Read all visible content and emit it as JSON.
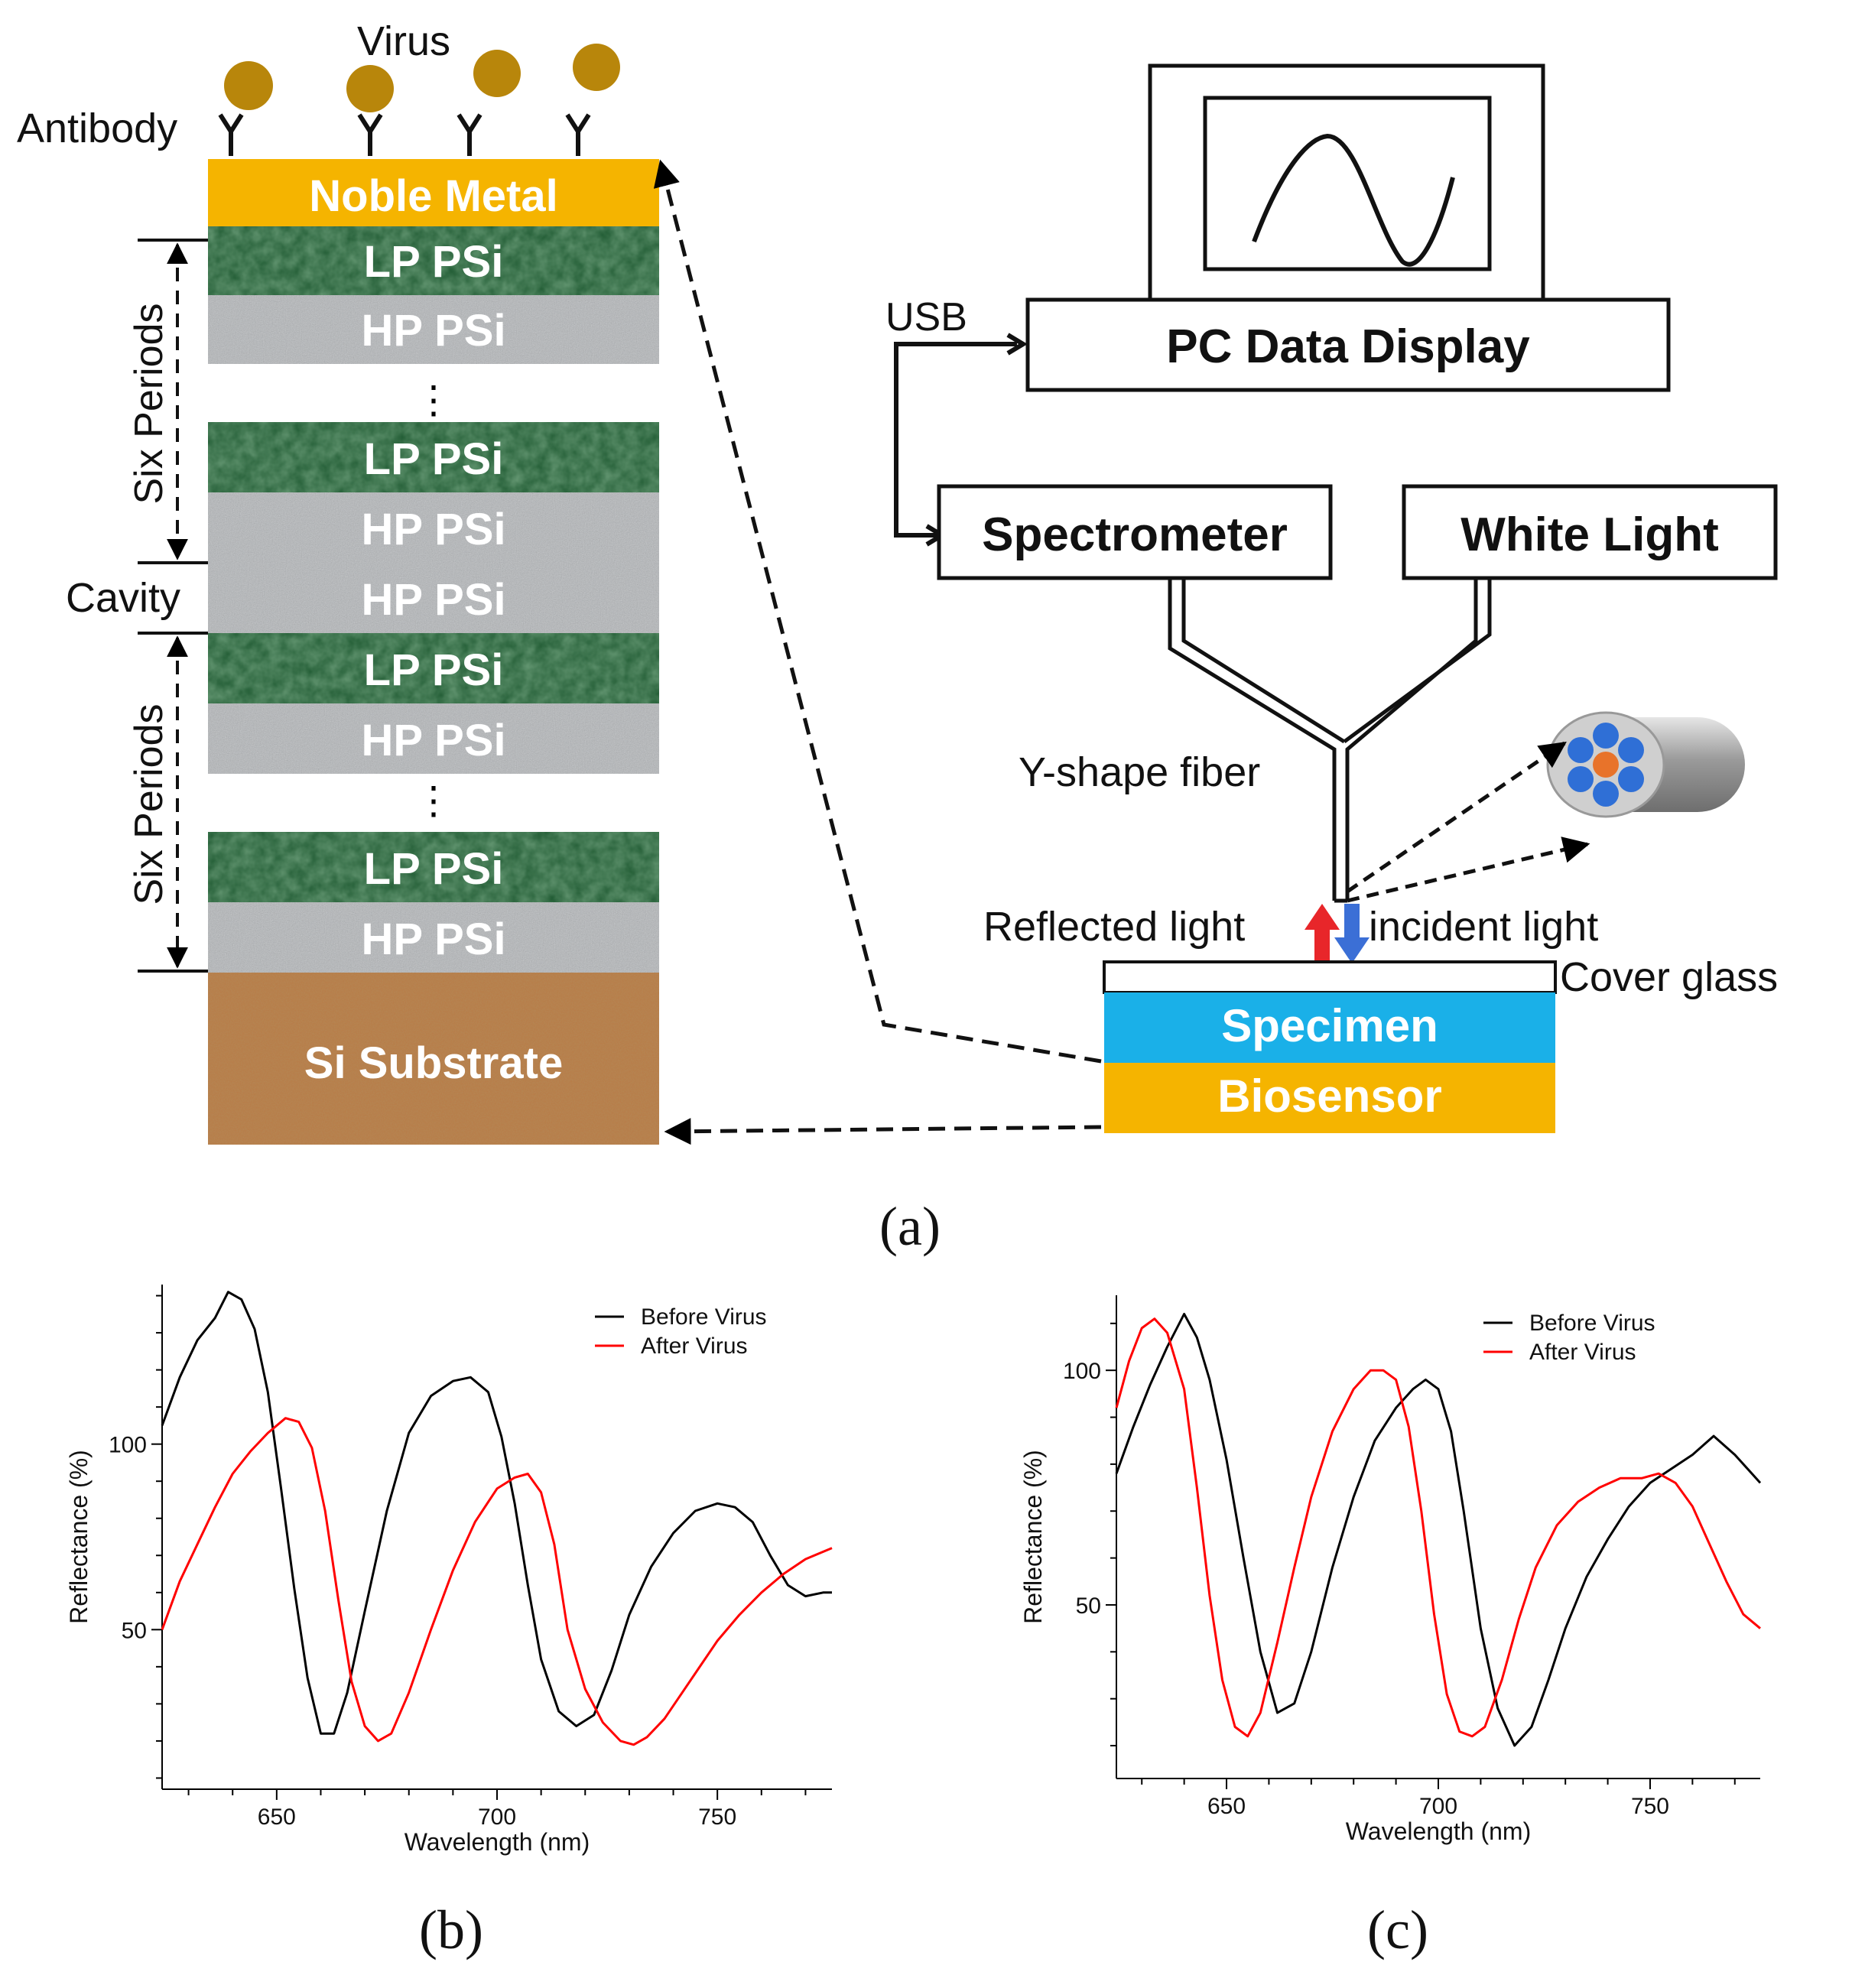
{
  "panel_a": {
    "label": "(a)",
    "virus_label": "Virus",
    "antibody_label": "Antibody",
    "layers": [
      {
        "text": "Noble Metal",
        "kind": "metal"
      },
      {
        "text": "LP PSi",
        "kind": "lp"
      },
      {
        "text": "HP PSi",
        "kind": "hp"
      },
      {
        "text": "LP PSi",
        "kind": "lp"
      },
      {
        "text": "HP PSi",
        "kind": "hp"
      },
      {
        "text": "HP PSi",
        "kind": "hp"
      },
      {
        "text": "LP PSi",
        "kind": "lp"
      },
      {
        "text": "HP PSi",
        "kind": "hp"
      },
      {
        "text": "LP PSi",
        "kind": "lp"
      },
      {
        "text": "HP PSi",
        "kind": "hp"
      },
      {
        "text": "Si Substrate",
        "kind": "si"
      }
    ],
    "periods_top_label": "Six Periods",
    "periods_bottom_label": "Six Periods",
    "cavity_label": "Cavity",
    "pc_label": "PC Data Display",
    "usb_label": "USB",
    "spectrometer_label": "Spectrometer",
    "white_light_label": "White Light",
    "fiber_label": "Y-shape fiber",
    "reflected_label": "Reflected light",
    "incident_label": "incident light",
    "cover_glass_label": "Cover glass",
    "specimen_label": "Specimen",
    "biosensor_label": "Biosensor",
    "colors": {
      "metal": "#f5b400",
      "lp": "#1f5a32",
      "hp": "#b4b7ba",
      "si": "#b87a45",
      "specimen": "#1ab0e8",
      "biosensor": "#f5b400",
      "virus": "#b8860b",
      "fiber_core": "#e8732a",
      "fiber_ring": "#2f6fd6",
      "reflected_arrow": "#e8262a",
      "incident_arrow": "#3b6fd6"
    }
  },
  "panel_b": {
    "label": "(b)"
  },
  "panel_c": {
    "label": "(c)"
  },
  "chart_data": [
    {
      "type": "line",
      "xlabel": "Wavelength (nm)",
      "ylabel": "Reflectance (%)",
      "xlim": [
        624,
        776
      ],
      "ylim": [
        7,
        143
      ],
      "xticks": [
        650,
        700,
        750
      ],
      "yticks": [
        50,
        100
      ],
      "legend_position": "top-right",
      "series": [
        {
          "name": "Before Virus",
          "color": "#000000",
          "x": [
            624,
            628,
            632,
            636,
            639,
            642,
            645,
            648,
            651,
            654,
            657,
            660,
            663,
            666,
            670,
            675,
            680,
            685,
            690,
            694,
            698,
            701,
            704,
            707,
            710,
            714,
            718,
            722,
            726,
            730,
            735,
            740,
            745,
            750,
            754,
            758,
            762,
            766,
            770,
            774,
            776
          ],
          "y": [
            105,
            118,
            128,
            134,
            141,
            139,
            131,
            114,
            88,
            61,
            37,
            22,
            22,
            33,
            55,
            82,
            103,
            113,
            117,
            118,
            114,
            102,
            84,
            62,
            42,
            28,
            24,
            27,
            39,
            54,
            67,
            76,
            82,
            84,
            83,
            79,
            70,
            62,
            59,
            60,
            60
          ]
        },
        {
          "name": "After Virus",
          "color": "#ff0000",
          "x": [
            624,
            628,
            632,
            636,
            640,
            644,
            648,
            652,
            655,
            658,
            661,
            664,
            667,
            670,
            673,
            676,
            680,
            685,
            690,
            695,
            700,
            704,
            707,
            710,
            713,
            716,
            720,
            724,
            728,
            731,
            734,
            738,
            742,
            746,
            750,
            755,
            760,
            765,
            770,
            776
          ],
          "y": [
            50,
            63,
            73,
            83,
            92,
            98,
            103,
            107,
            106,
            99,
            82,
            58,
            36,
            24,
            20,
            22,
            33,
            50,
            66,
            79,
            88,
            91,
            92,
            87,
            73,
            50,
            34,
            25,
            20,
            19,
            21,
            26,
            33,
            40,
            47,
            54,
            60,
            65,
            69,
            72
          ]
        }
      ]
    },
    {
      "type": "line",
      "xlabel": "Wavelength (nm)",
      "ylabel": "Reflectance (%)",
      "xlim": [
        624,
        776
      ],
      "ylim": [
        13,
        116
      ],
      "xticks": [
        650,
        700,
        750
      ],
      "yticks": [
        50,
        100
      ],
      "legend_position": "top-right",
      "series": [
        {
          "name": "Before Virus",
          "color": "#000000",
          "x": [
            624,
            628,
            632,
            636,
            640,
            643,
            646,
            650,
            654,
            658,
            662,
            666,
            670,
            675,
            680,
            685,
            690,
            694,
            697,
            700,
            703,
            706,
            710,
            714,
            718,
            722,
            726,
            730,
            735,
            740,
            745,
            750,
            755,
            760,
            765,
            770,
            776
          ],
          "y": [
            78,
            88,
            97,
            105,
            112,
            107,
            98,
            81,
            60,
            40,
            27,
            29,
            40,
            58,
            73,
            85,
            92,
            96,
            98,
            96,
            87,
            70,
            45,
            28,
            20,
            24,
            34,
            45,
            56,
            64,
            71,
            76,
            79,
            82,
            86,
            82,
            76
          ]
        },
        {
          "name": "After Virus",
          "color": "#ff0000",
          "x": [
            624,
            627,
            630,
            633,
            636,
            640,
            643,
            646,
            649,
            652,
            655,
            658,
            662,
            666,
            670,
            675,
            680,
            684,
            687,
            690,
            693,
            696,
            699,
            702,
            705,
            708,
            711,
            715,
            719,
            723,
            728,
            733,
            738,
            743,
            748,
            752,
            756,
            760,
            764,
            768,
            772,
            776
          ],
          "y": [
            92,
            102,
            109,
            111,
            108,
            96,
            75,
            52,
            34,
            24,
            22,
            27,
            42,
            58,
            73,
            87,
            96,
            100,
            100,
            98,
            88,
            70,
            48,
            31,
            23,
            22,
            24,
            34,
            47,
            58,
            67,
            72,
            75,
            77,
            77,
            78,
            76,
            71,
            63,
            55,
            48,
            45
          ]
        }
      ]
    }
  ]
}
